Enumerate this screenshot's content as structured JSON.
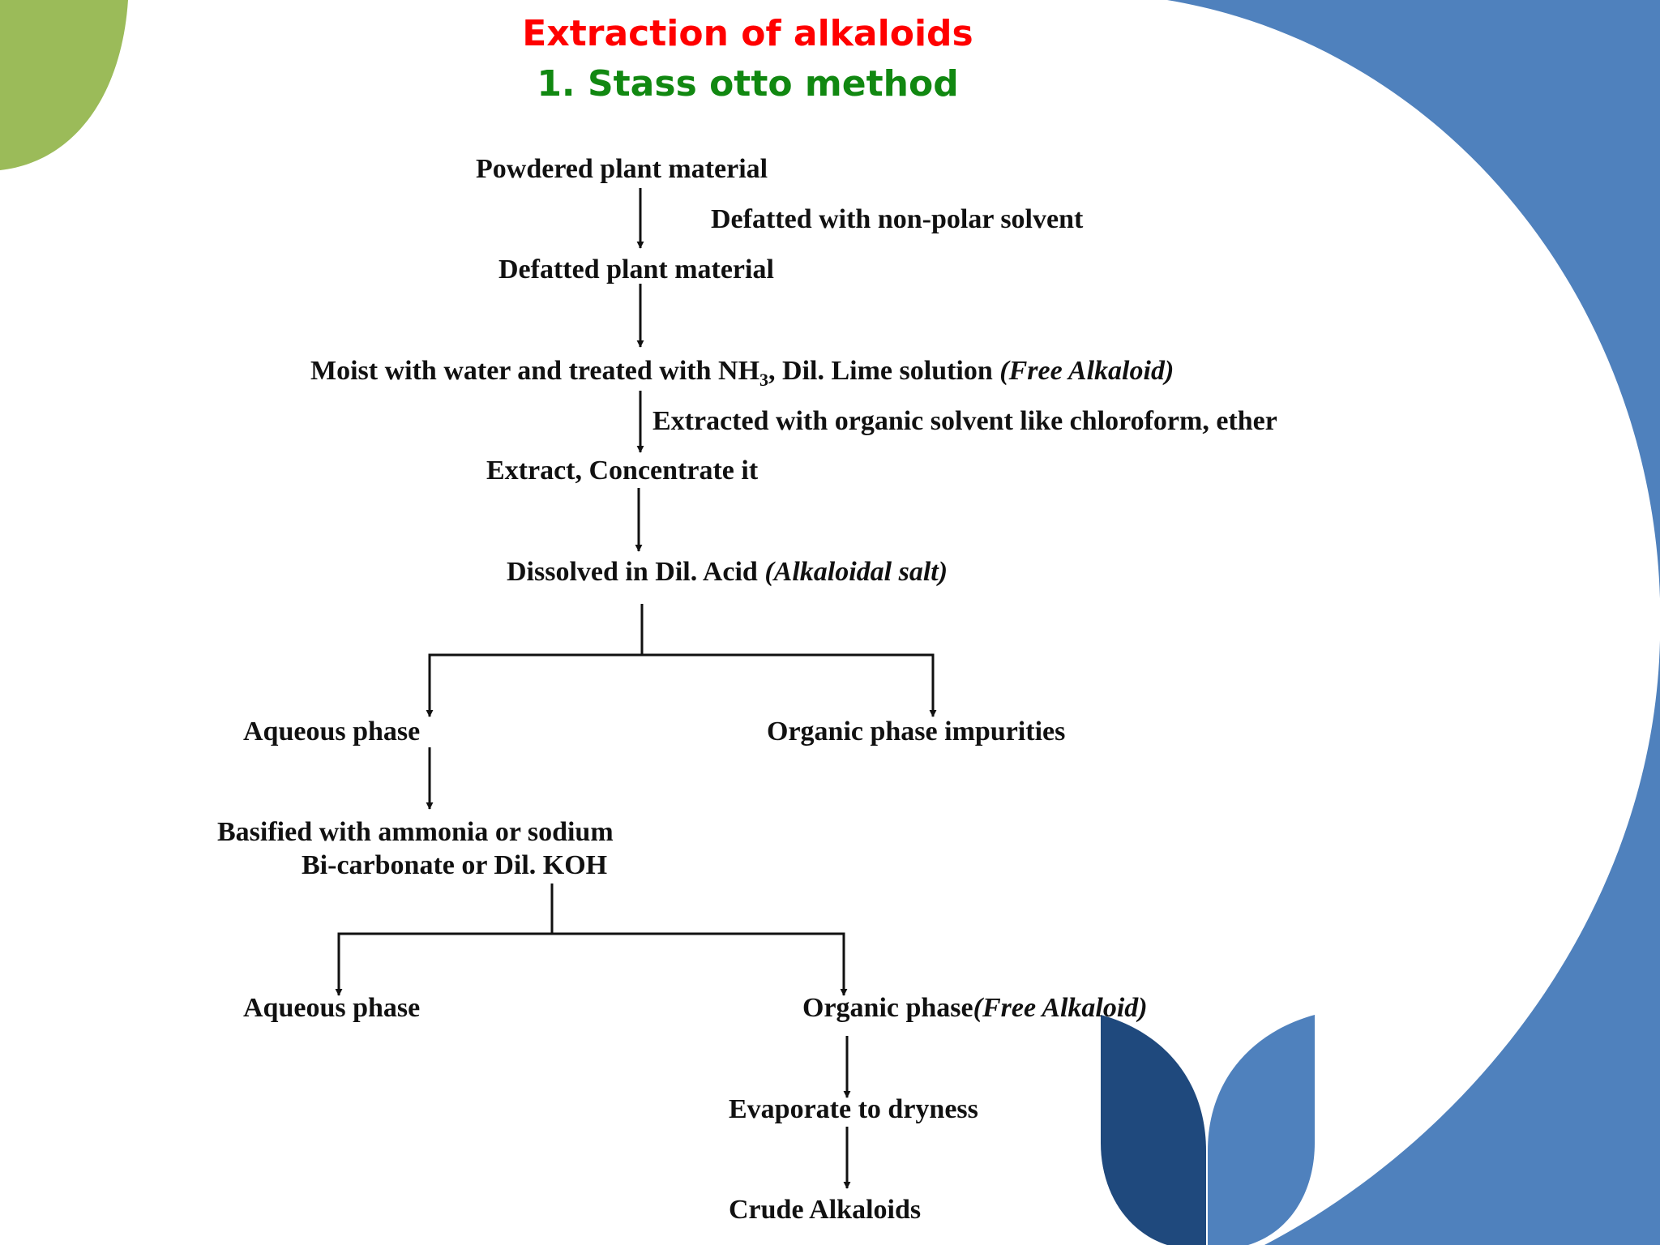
{
  "titles": {
    "main": "Extraction of alkaloids",
    "sub": "1.  Stass otto method"
  },
  "steps": {
    "powdered": "Powdered plant material",
    "defatted_with": "Defatted with non-polar solvent",
    "defatted": "Defatted plant material",
    "moist_a": "Moist with water and treated with NH",
    "moist_sub": "3",
    "moist_b": ", Dil. Lime solution ",
    "moist_note": "(Free Alkaloid)",
    "extracted_with": "Extracted with organic solvent like chloroform, ether",
    "extract_conc": "Extract, Concentrate it",
    "dissolved": "Dissolved in Dil. Acid ",
    "dissolved_note": "(Alkaloidal salt)",
    "aqueous_1": "Aqueous phase",
    "organic_impurities": "Organic phase impurities",
    "basified_1": "Basified with ammonia or sodium",
    "basified_2": "Bi-carbonate or Dil. KOH",
    "aqueous_2": "Aqueous phase",
    "organic_free": "Organic phase",
    "organic_free_note": "(Free Alkaloid)",
    "evaporate": "Evaporate to dryness",
    "crude": "Crude Alkaloids"
  },
  "colors": {
    "title_main": "#ff0000",
    "title_sub": "#118811",
    "deco_green": "#9bbb59",
    "deco_blue": "#4f81bd",
    "deco_dark_blue": "#1f497d"
  }
}
